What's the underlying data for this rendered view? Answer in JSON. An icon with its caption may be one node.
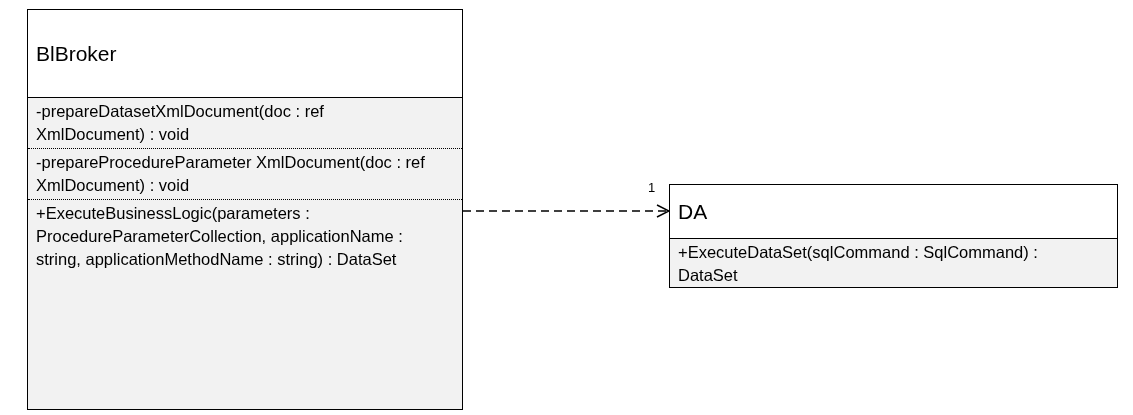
{
  "diagram": {
    "nodes": [
      {
        "text": [
          "BlBroker",
          "-prepareDatasetXmlDocument(doc : ref XmlDocument) : void",
          "-prepareProcedureParameter XmlDocument(doc : ref XmlDocument) : void",
          "+ExecuteBusinessLogic(parameters : ProcedureParameterCollection, applicationName : string, applicationMethodName : string) : DataSet"
        ]
      },
      {
        "text": [
          "DA",
          "+ExecuteDataSet(sqlCommand : SqlCommand) : DataSet"
        ]
      }
    ],
    "edges": [
      {
        "from": 0,
        "to": 1,
        "arrow": "to",
        "style": "dashed",
        "label": "1"
      }
    ]
  }
}
